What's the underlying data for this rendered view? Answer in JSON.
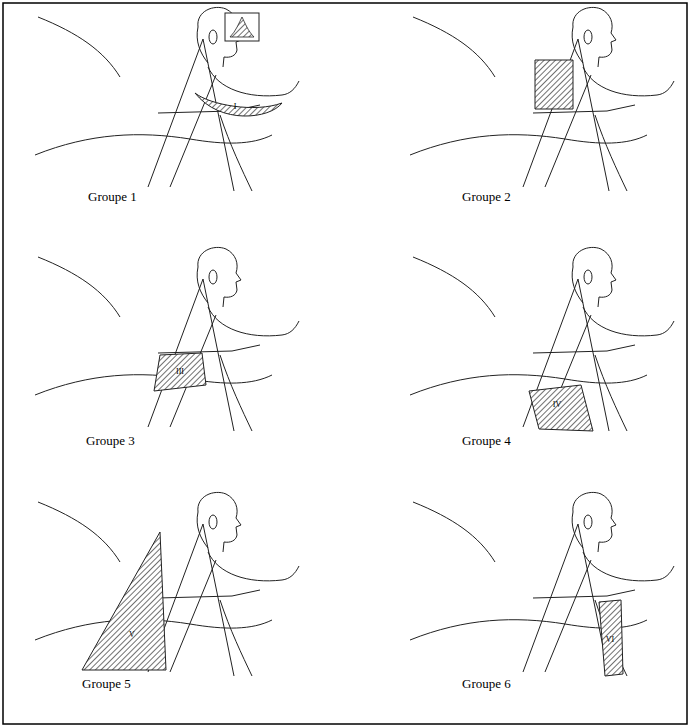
{
  "diagram": {
    "labels": [
      "I",
      "Groupe 1",
      "Groupe 2",
      "III",
      "Groupe 3",
      "IV",
      "Groupe 4",
      "V",
      "Groupe 5",
      "VI",
      "Groupe 6"
    ]
  }
}
